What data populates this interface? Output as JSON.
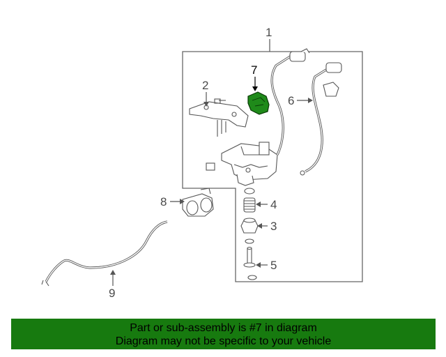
{
  "diagram": {
    "callouts": {
      "c1": "1",
      "c2": "2",
      "c3": "3",
      "c4": "4",
      "c5": "5",
      "c6": "6",
      "c7": "7",
      "c8": "8",
      "c9": "9"
    },
    "highlighted_part": "7",
    "colors": {
      "highlight": "#1f8a1a",
      "line": "#555555",
      "banner": "#177a0f"
    }
  },
  "banner": {
    "line1": "Part or sub-assembly is #7 in diagram",
    "line2": "Diagram may not be specific to your vehicle"
  }
}
